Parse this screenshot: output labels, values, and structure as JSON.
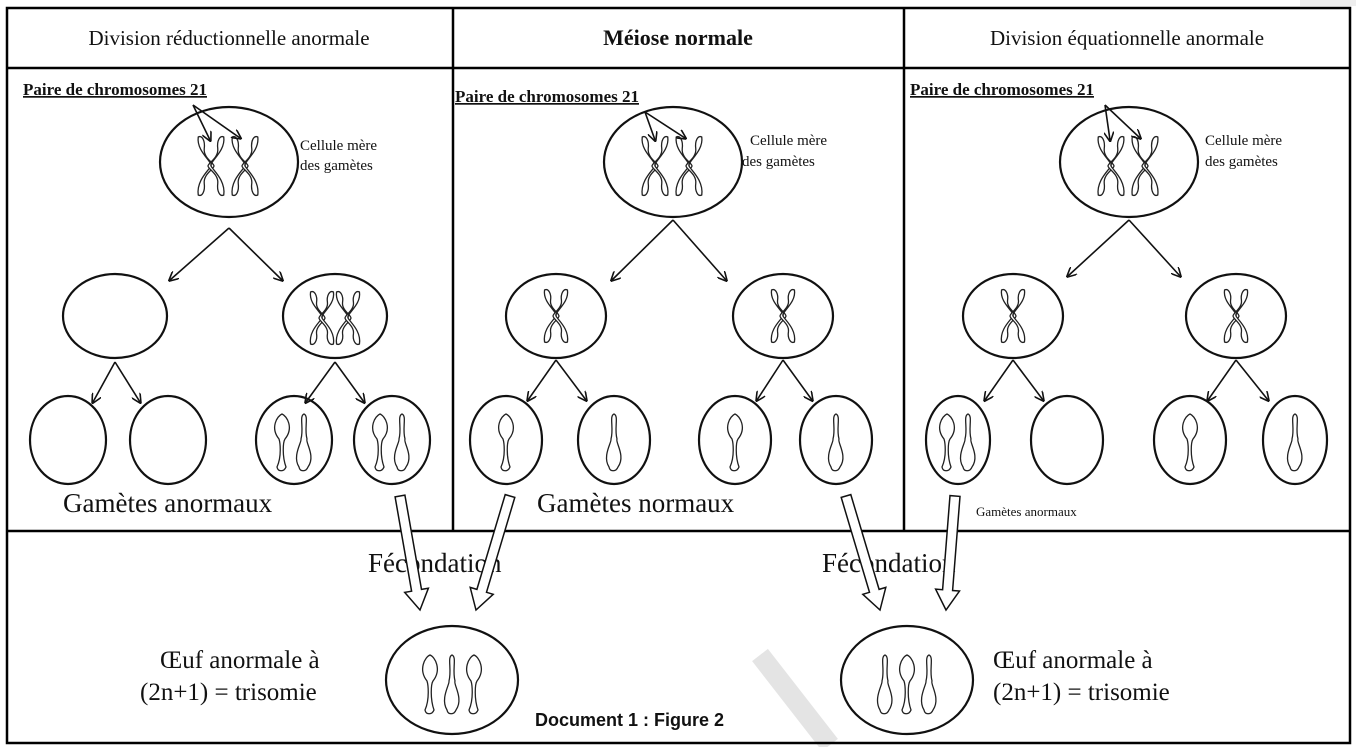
{
  "headers": {
    "left": "Division réductionnelle anormale",
    "middle": "Méiose normale",
    "right": "Division équationnelle anormale"
  },
  "pair_label": "Paire de chromosomes 21",
  "mother_cell_line1": "Cellule mère",
  "mother_cell_line2": "des gamètes",
  "gametes_abnormal": "Gamètes anormaux",
  "gametes_normal": "Gamètes normaux",
  "fecondation": "Fécondation",
  "oeuf_line1": "Œuf anormale à",
  "oeuf_line2": "(2n+1) = trisomie",
  "document_label": "Document 1 :   Figure 2",
  "icons": [
    "chromosome-icon",
    "arrow-icon",
    "cell-icon",
    "diagonal-watermark-stroke"
  ]
}
